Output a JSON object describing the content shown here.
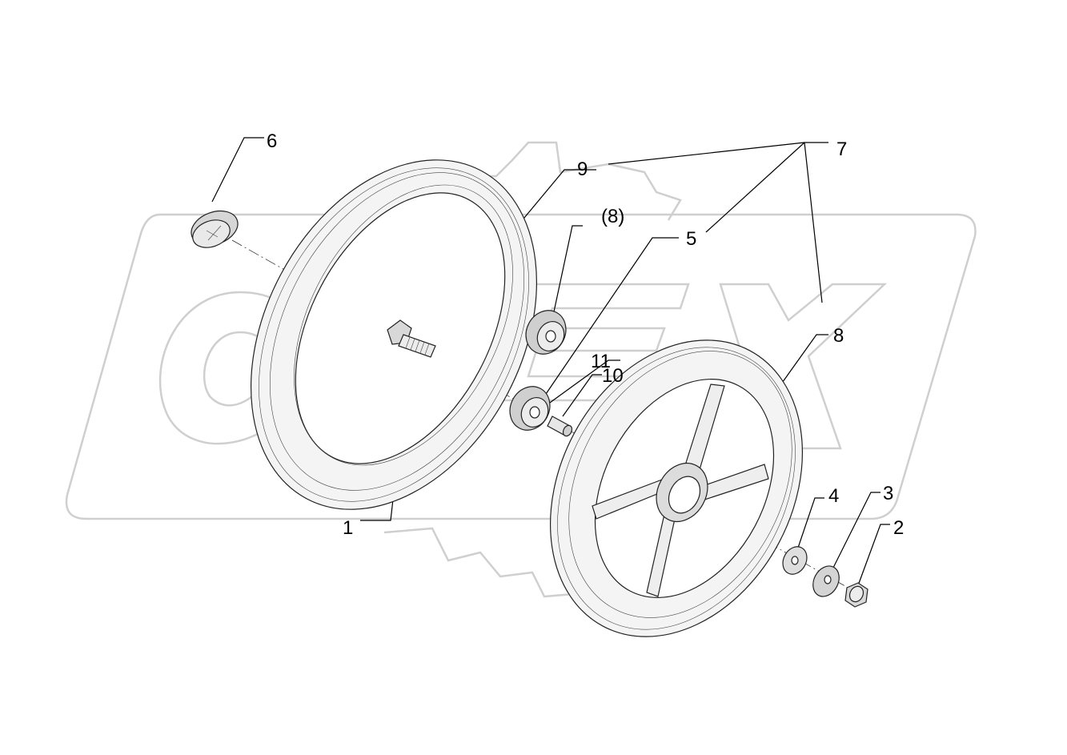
{
  "corner_mark": "",
  "callouts": {
    "c1": "1",
    "c2": "2",
    "c3": "3",
    "c4": "4",
    "c5": "5",
    "c6": "6",
    "c7": "7",
    "c8": "8",
    "c8b": "(8)",
    "c9": "9",
    "c10": "10",
    "c11": "11"
  }
}
